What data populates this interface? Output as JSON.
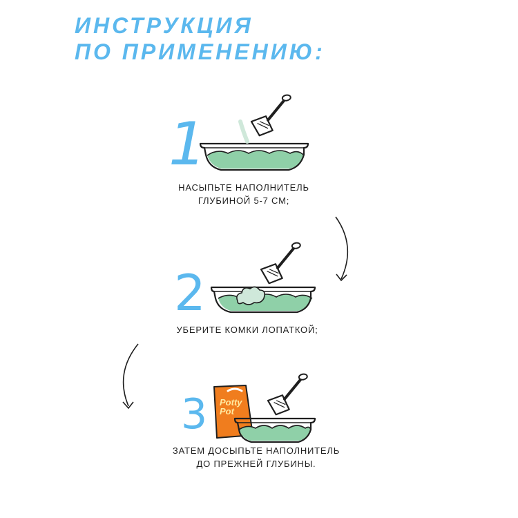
{
  "title": {
    "line1": "ИНСТРУКЦИЯ",
    "line2": "ПО ПРИМЕНЕНИЮ:"
  },
  "steps": [
    {
      "number": "1",
      "line1": "НАСЫПЬТЕ НАПОЛНИТЕЛЬ",
      "line2": "ГЛУБИНОЙ 5-7 СМ;"
    },
    {
      "number": "2",
      "line1": "УБЕРИТЕ КОМКИ ЛОПАТКОЙ;"
    },
    {
      "number": "3",
      "line1": "ЗАТЕМ ДОСЫПЬТЕ НАПОЛНИТЕЛЬ",
      "line2": "ДО ПРЕЖНЕЙ ГЛУБИНЫ."
    }
  ],
  "bag": {
    "brand_line1": "Potty",
    "brand_line2": "Pot"
  },
  "colors": {
    "accent": "#5bb8ee",
    "litter": "#8fd0a8",
    "bag": "#f07d1e",
    "ink": "#1f1f1f"
  }
}
